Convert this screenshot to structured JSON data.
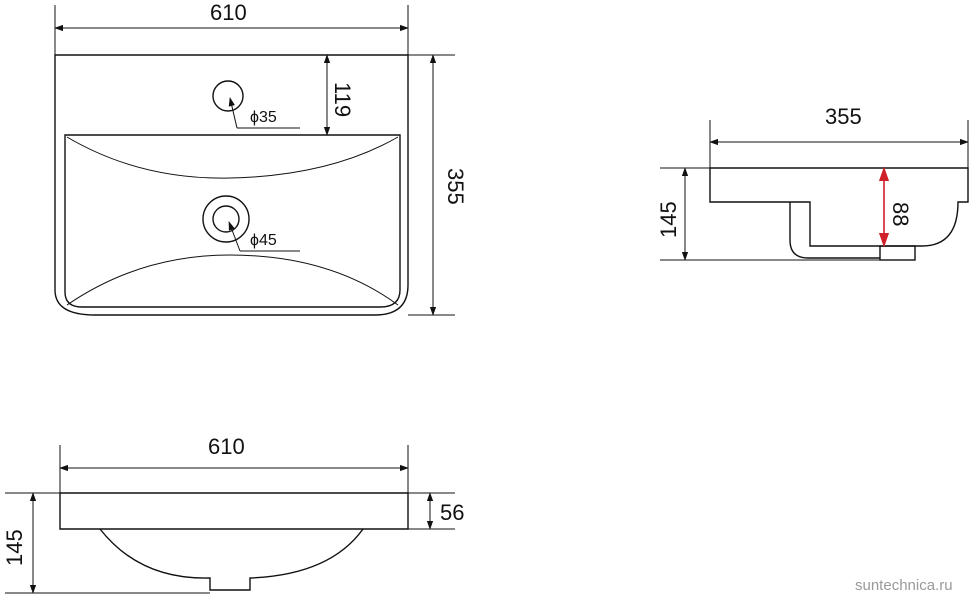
{
  "top_view": {
    "width_label": "610",
    "depth_label": "355",
    "tap_offset_label": "119",
    "tap_hole_label": "ϕ35",
    "drain_hole_label": "ϕ45"
  },
  "side_view": {
    "width_label": "355",
    "height_label": "145",
    "bowl_depth_label": "88"
  },
  "front_view": {
    "width_label": "610",
    "height_label": "145",
    "rim_label": "56"
  },
  "watermark": "suntechnica.ru",
  "colors": {
    "line": "#111111",
    "accent_arrow": "#d0202a",
    "watermark": "#9a9a9a"
  }
}
